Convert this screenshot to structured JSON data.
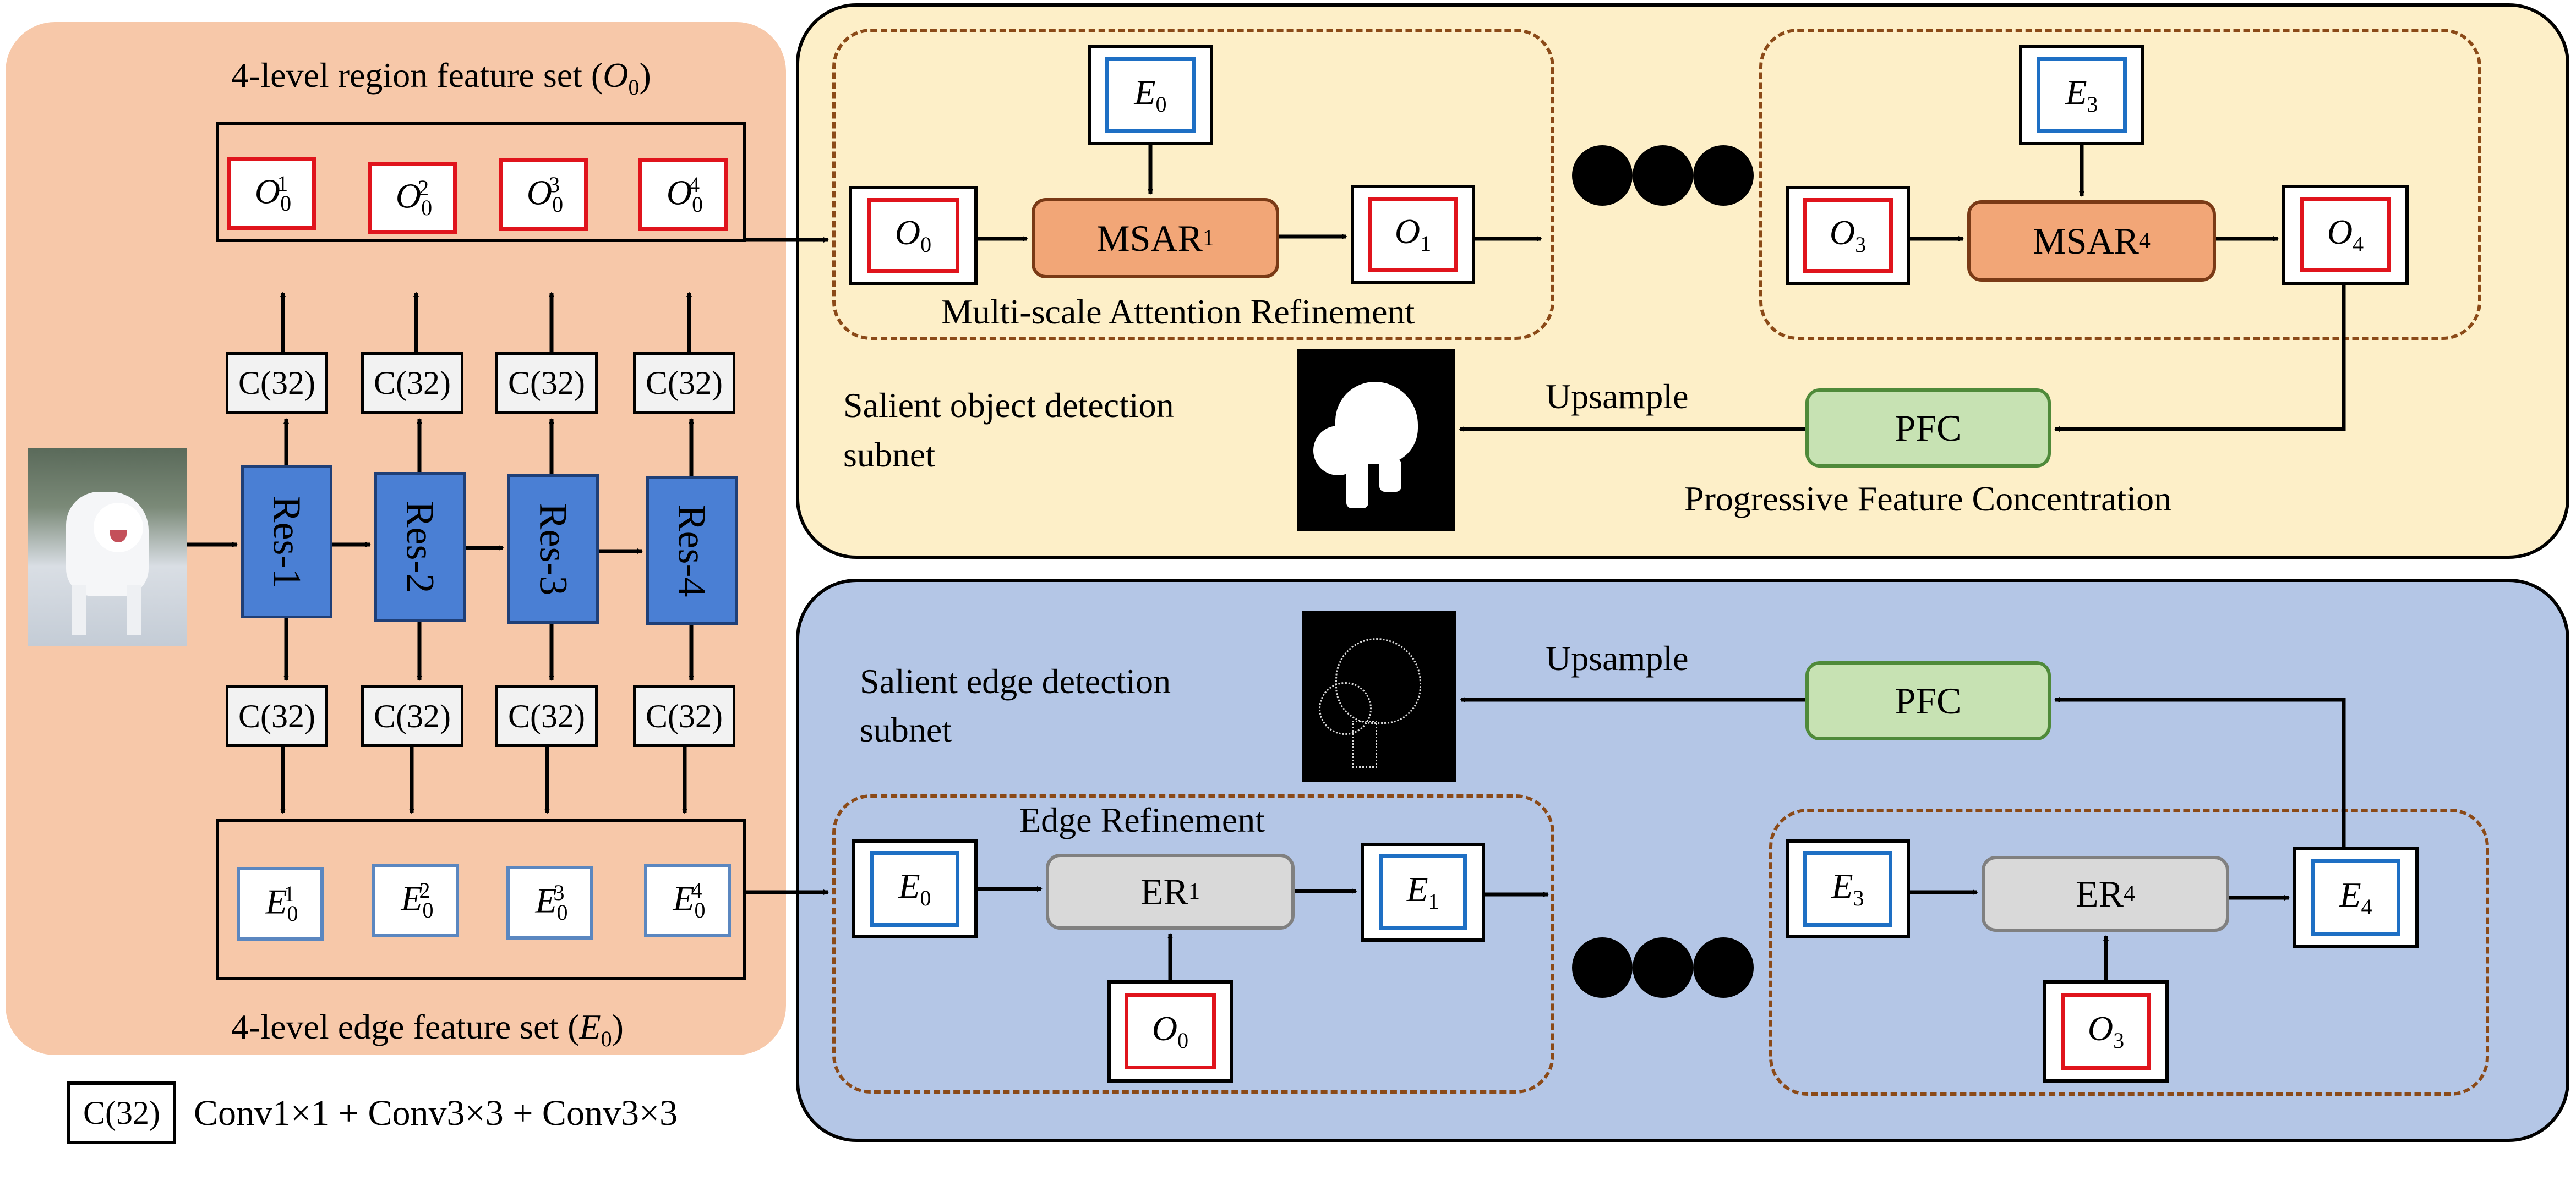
{
  "left_panel": {
    "region_title_pre": "4-level region feature set (",
    "region_title_var": "O",
    "region_title_sub": "0",
    "region_title_post": ")",
    "edge_title_pre": "4-level edge feature set (",
    "edge_title_var": "E",
    "edge_title_sub": "0",
    "edge_title_post": ")",
    "region_features": [
      {
        "var": "O",
        "sub": "0",
        "sup": "1"
      },
      {
        "var": "O",
        "sub": "0",
        "sup": "2"
      },
      {
        "var": "O",
        "sub": "0",
        "sup": "3"
      },
      {
        "var": "O",
        "sub": "0",
        "sup": "4"
      }
    ],
    "edge_features": [
      {
        "var": "E",
        "sub": "0",
        "sup": "1"
      },
      {
        "var": "E",
        "sub": "0",
        "sup": "2"
      },
      {
        "var": "E",
        "sub": "0",
        "sup": "3"
      },
      {
        "var": "E",
        "sub": "0",
        "sup": "4"
      }
    ],
    "conv_label": "C(32)",
    "res_blocks": [
      "Res-1",
      "Res-2",
      "Res-3",
      "Res-4"
    ]
  },
  "legend": {
    "symbol": "C(32)",
    "text": "Conv1×1 + Conv3×3 + Conv3×3"
  },
  "object_subnet": {
    "title_line1": "Salient object detection",
    "title_line2": "subnet",
    "msar_caption": "Multi-scale Attention Refinement",
    "block1": {
      "input": {
        "var": "O",
        "sub": "0"
      },
      "edge": {
        "var": "E",
        "sub": "0"
      },
      "module": "MSAR",
      "module_sub": "1",
      "output": {
        "var": "O",
        "sub": "1"
      }
    },
    "block2": {
      "input": {
        "var": "O",
        "sub": "3"
      },
      "edge": {
        "var": "E",
        "sub": "3"
      },
      "module": "MSAR",
      "module_sub": "4",
      "output": {
        "var": "O",
        "sub": "4"
      }
    },
    "pfc_label": "PFC",
    "pfc_caption": "Progressive Feature Concentration",
    "upsample_label": "Upsample"
  },
  "edge_subnet": {
    "title_line1": "Salient edge detection",
    "title_line2": "subnet",
    "er_caption": "Edge  Refinement",
    "block1": {
      "input": {
        "var": "E",
        "sub": "0"
      },
      "region": {
        "var": "O",
        "sub": "0"
      },
      "module": "ER",
      "module_sub": "1",
      "output": {
        "var": "E",
        "sub": "1"
      }
    },
    "block2": {
      "input": {
        "var": "E",
        "sub": "3"
      },
      "region": {
        "var": "O",
        "sub": "3"
      },
      "module": "ER",
      "module_sub": "4",
      "output": {
        "var": "E",
        "sub": "4"
      }
    },
    "pfc_label": "PFC",
    "upsample_label": "Upsample"
  },
  "colors": {
    "left_panel_bg": "#f7c8a9",
    "object_panel_bg": "#fdefc8",
    "edge_panel_bg": "#b4c6e6",
    "region_border": "#e0141c",
    "edge_border": "#1e6fc4",
    "msar_fill": "#f2a677",
    "er_fill": "#d9d9d9",
    "pfc_fill": "#c7e2b3",
    "res_fill": "#4a7fd4",
    "dashed_border": "#8b4a18"
  }
}
